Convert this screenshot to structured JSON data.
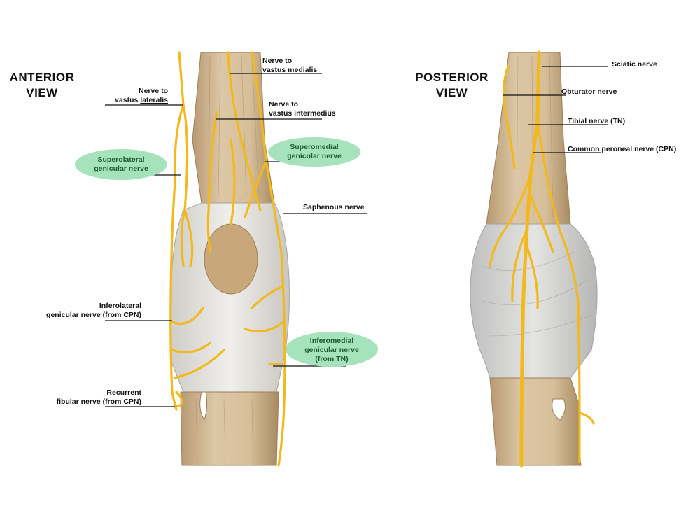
{
  "views": {
    "anterior": {
      "title_line1": "ANTERIOR",
      "title_line2": "VIEW"
    },
    "posterior": {
      "title_line1": "POSTERIOR",
      "title_line2": "VIEW"
    }
  },
  "labels": {
    "vastus_lateralis_line1": "Nerve to",
    "vastus_lateralis_line2a": "vastus ",
    "vastus_lateralis_line2b": "lateralis",
    "vastus_medialis_line1": "Nerve to",
    "vastus_medialis_line2": "vastus medialis",
    "vastus_intermedius_line1": "Nerve to",
    "vastus_intermedius_line2": "vastus intermedius",
    "superolateral_line1": "Superolateral",
    "superolateral_line2": "genicular nerve",
    "superomedial_line1": "Superomedial",
    "superomedial_line2": "genicular nerve",
    "saphenous": "Saphenous nerve",
    "inferolateral_line1": "Inferolateral",
    "inferolateral_line2": "genicular nerve (from CPN)",
    "inferomedial_line1": "Inferomedial",
    "inferomedial_line2": "genicular nerve",
    "inferomedial_line3": "(from TN)",
    "recurrent_line1": "Recurrent",
    "recurrent_line2": "fibular nerve (from CPN)",
    "sciatic": "Sciatic nerve",
    "obturator": "Obturator nerve",
    "tibial": "Tibial nerve (TN)",
    "common_peroneal": "Common peroneal nerve (CPN)"
  },
  "colors": {
    "nerve": "#f2b81c",
    "nerve_outline": "#c48a06",
    "highlight": "#a6e3bc",
    "muscle": "#d8c2a0",
    "muscle_shadow": "#b89a72",
    "tendon": "#e9e7e2",
    "leader_line": "#111111"
  }
}
